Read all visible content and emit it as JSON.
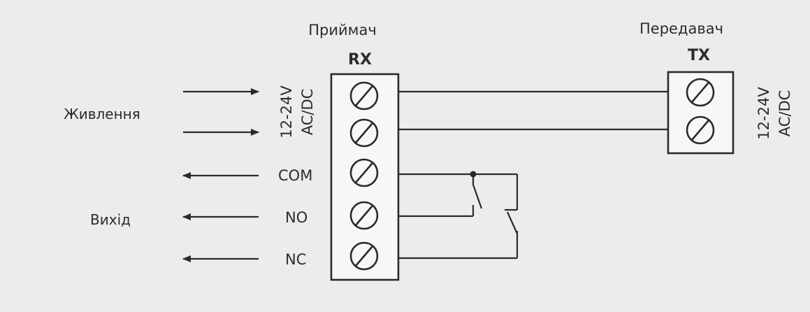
{
  "receiver": {
    "title": "Приймач",
    "code": "RX",
    "terminal_count": 5,
    "labels": {
      "voltage": "12-24V",
      "type": "AC/DC",
      "com": "COM",
      "no": "NO",
      "nc": "NC"
    }
  },
  "transmitter": {
    "title": "Передавач",
    "code": "TX",
    "terminal_count": 2,
    "labels": {
      "voltage": "12-24V",
      "type": "AC/DC"
    }
  },
  "groups": {
    "power": "Живлення",
    "output": "Вихід"
  }
}
